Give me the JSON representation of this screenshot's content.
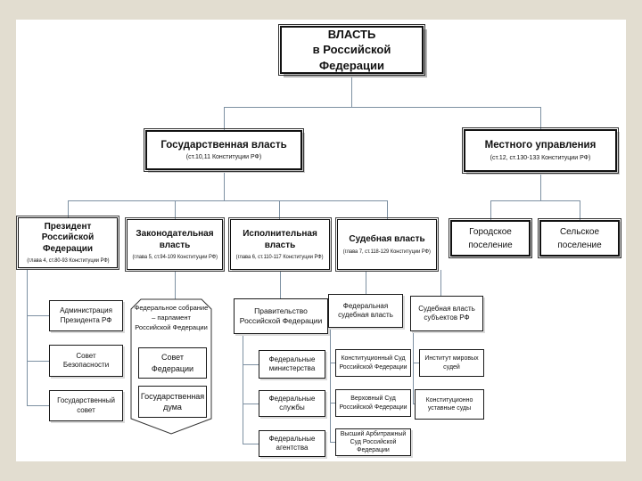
{
  "colors": {
    "frame": "#e2ddd0",
    "slide": "#ffffff",
    "connector": "#7d90a2",
    "border": "#000000"
  },
  "root": {
    "title": "ВЛАСТЬ",
    "subtitle": "в Российской Федерации"
  },
  "state_branch": {
    "title": "Государственная власть",
    "note": "(ст.10,11 Конституции РФ)"
  },
  "local_branch": {
    "title": "Местного управления",
    "note": "(ст.12, ст.130-133 Конституции РФ)"
  },
  "president": {
    "title": "Президент Российской Федерации",
    "note": "(глава 4, ст.80-93 Конституции РФ)",
    "children": [
      "Администрация Президента РФ",
      "Совет Безопасности",
      "Государственный совет"
    ]
  },
  "legislative": {
    "title": "Законодательная власть",
    "note": "(глава 5, ст.94-109 Конституции РФ)",
    "assembly": "Федеральное собрание – парламент Российской Федерации",
    "chambers": [
      "Совет Федерации",
      "Государственная дума"
    ]
  },
  "executive": {
    "title": "Исполнительная власть",
    "note": "(глава 6, ст.110-117 Конституции РФ)",
    "government": "Правительство Российской Федерации",
    "bodies": [
      "Федеральные министерства",
      "Федеральные службы",
      "Федеральные агентства"
    ]
  },
  "judicial": {
    "title": "Судебная власть",
    "note": "(глава 7, ст.118-129 Конституции РФ)",
    "federal": {
      "title": "Федеральная судебная власть",
      "courts": [
        "Конституционный Суд Российской Федерации",
        "Верховный Суд Российской Федерации",
        "Высший Арбитражный Суд Российской Федерации"
      ]
    },
    "regional": {
      "title": "Судебная власть субъектов РФ",
      "courts": [
        "Институт мировых судей",
        "Конституционно уставные суды"
      ]
    }
  },
  "settlements": [
    "Городское поселение",
    "Сельское поселение"
  ]
}
